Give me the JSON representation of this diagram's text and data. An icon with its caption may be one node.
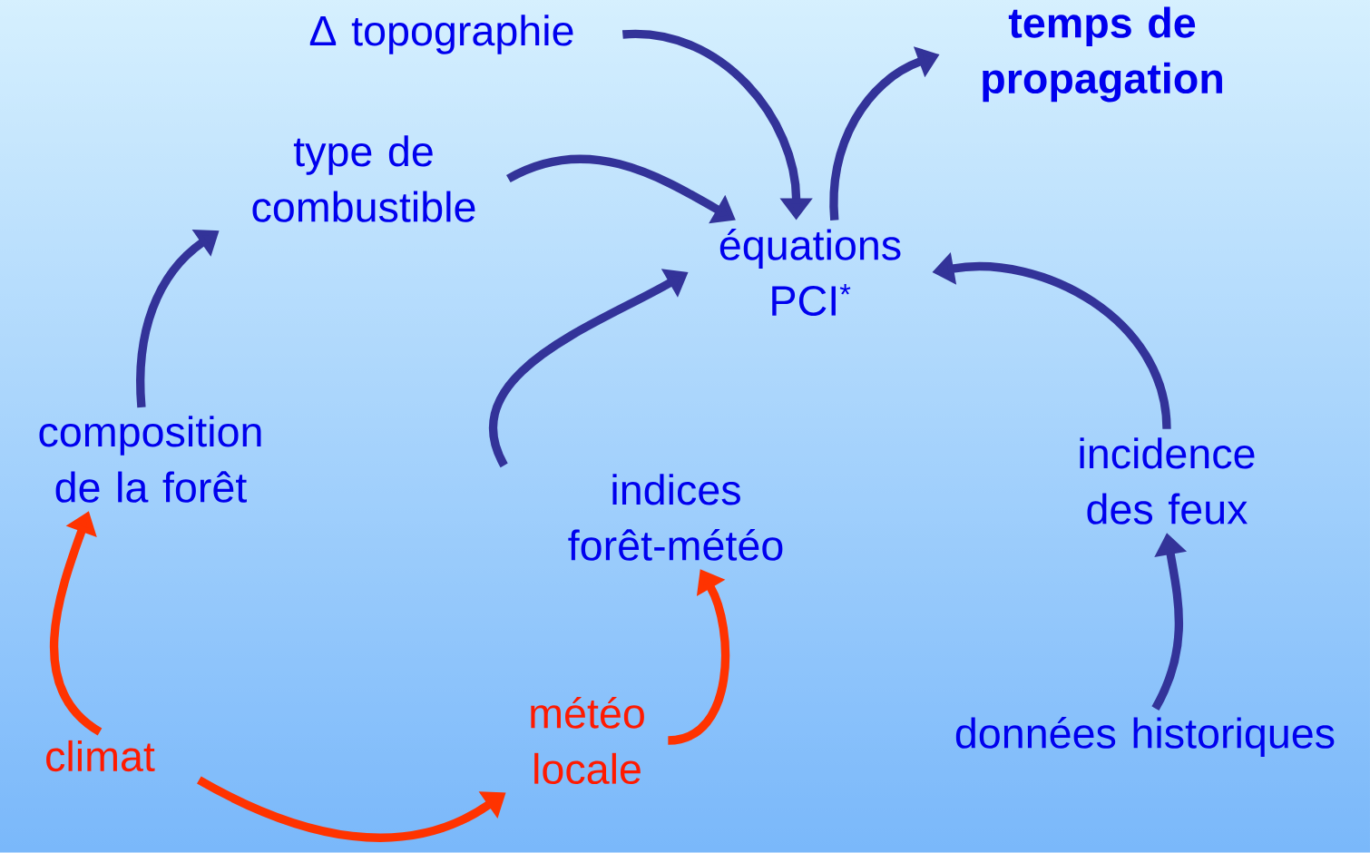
{
  "diagram": {
    "nodes": [
      {
        "text": [
          "Δ topographie"
        ]
      },
      {
        "text": [
          "temps de propagation"
        ]
      },
      {
        "text": [
          "type de combustible"
        ]
      },
      {
        "text": [
          "équations PCI$^{*}$"
        ]
      },
      {
        "text": [
          "composition de la forêt"
        ]
      },
      {
        "text": [
          "indices forêt-météo"
        ]
      },
      {
        "text": [
          "incidence des feux"
        ]
      },
      {
        "text": [
          "climat"
        ]
      },
      {
        "text": [
          "météo locale"
        ]
      },
      {
        "text": [
          "données historiques"
        ]
      }
    ],
    "edges": [
      {
        "from": 0,
        "to": 3,
        "arrow": "to"
      },
      {
        "from": 3,
        "to": 1,
        "arrow": "to"
      },
      {
        "from": 2,
        "to": 3,
        "arrow": "to"
      },
      {
        "from": 4,
        "to": 2,
        "arrow": "to"
      },
      {
        "from": 5,
        "to": 3,
        "arrow": "to"
      },
      {
        "from": 6,
        "to": 3,
        "arrow": "to"
      },
      {
        "from": 9,
        "to": 6,
        "arrow": "to"
      },
      {
        "from": 7,
        "to": 4,
        "arrow": "to",
        "color": "#ff3300"
      },
      {
        "from": 7,
        "to": 8,
        "arrow": "to",
        "color": "#ff3300"
      },
      {
        "from": 8,
        "to": 5,
        "arrow": "to",
        "color": "#ff3300"
      }
    ]
  }
}
